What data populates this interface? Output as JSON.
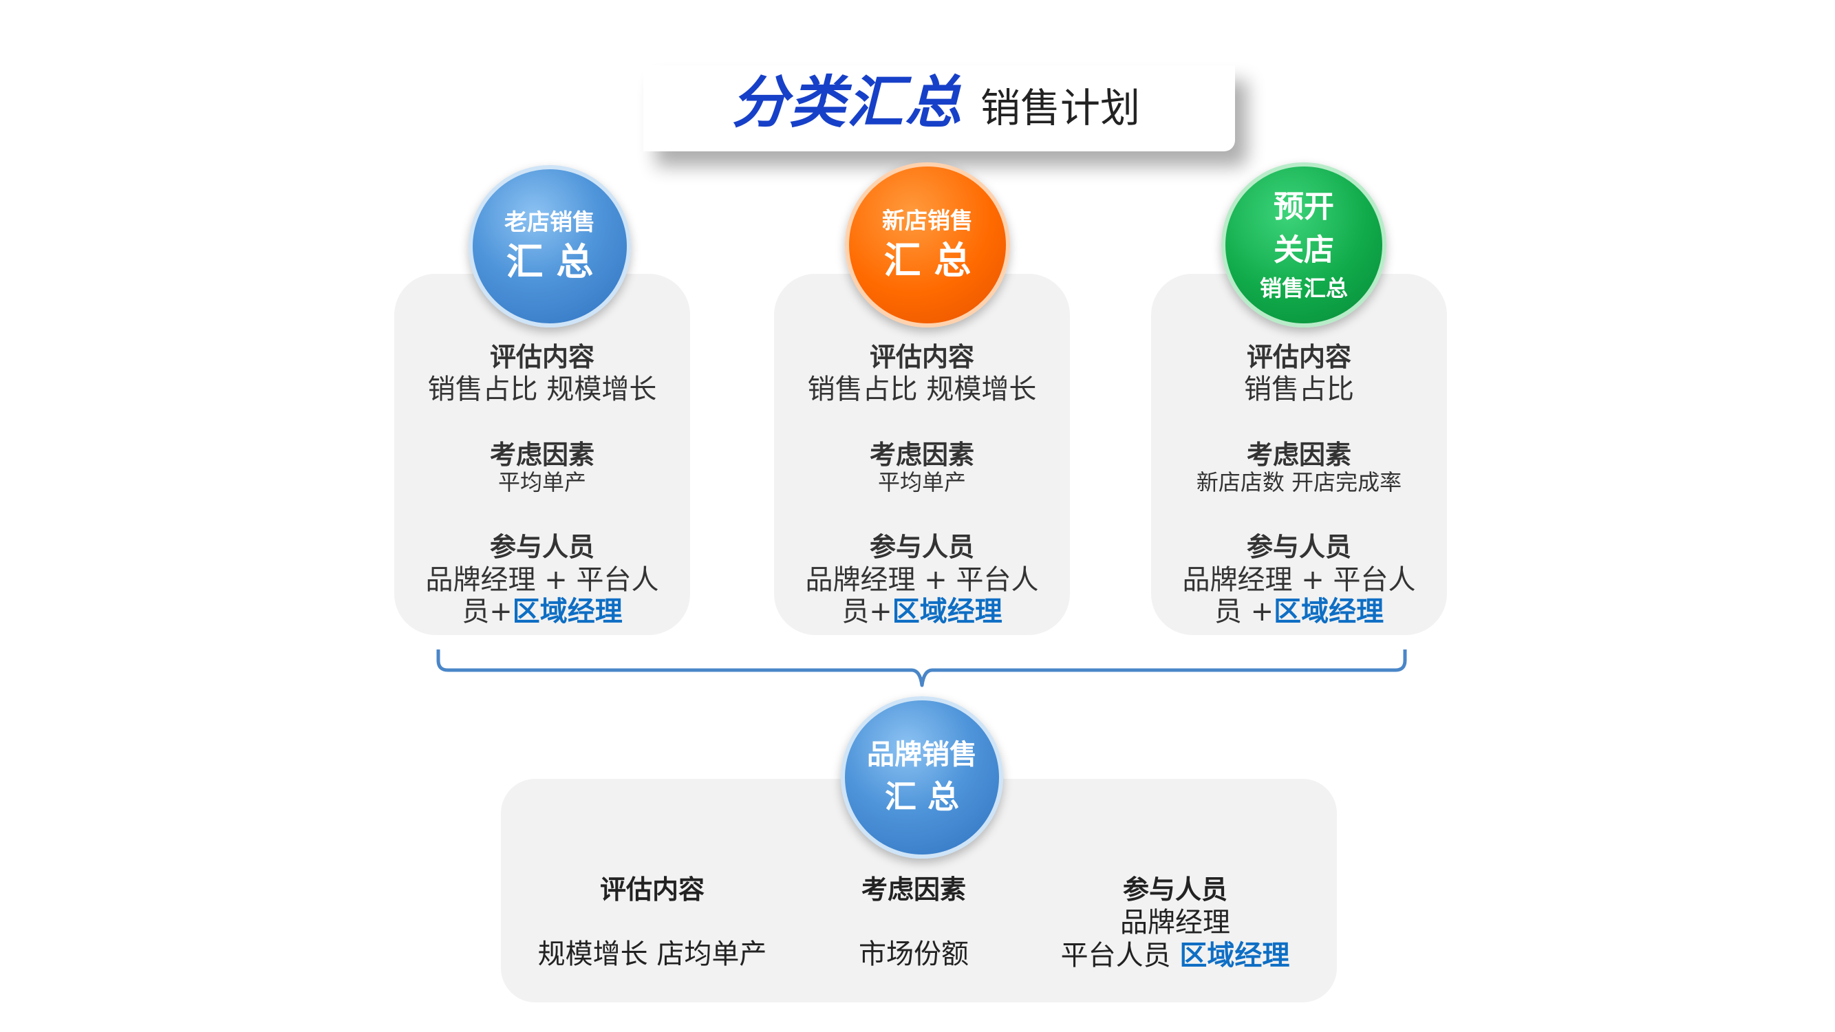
{
  "title": {
    "main": "分类汇总",
    "sub": "销售计划"
  },
  "cards": [
    {
      "circle_line1": "老店销售",
      "circle_line2": "汇 总",
      "eval_heading": "评估内容",
      "eval_text": "销售占比  规模增长",
      "factor_heading": "考虑因素",
      "factor_text": "平均单产",
      "people_heading": "参与人员",
      "people_line1": "品牌经理 + 平台人",
      "people_line2_prefix": "员+",
      "people_line2_highlight": "区域经理"
    },
    {
      "circle_line1": "新店销售",
      "circle_line2": "汇 总",
      "eval_heading": "评估内容",
      "eval_text": "销售占比  规模增长",
      "factor_heading": "考虑因素",
      "factor_text": "平均单产",
      "people_heading": "参与人员",
      "people_line1": "品牌经理 + 平台人",
      "people_line2_prefix": "员+",
      "people_line2_highlight": "区域经理"
    },
    {
      "circle_line1": "预开",
      "circle_line2": "关店",
      "circle_line3": "销售汇总",
      "eval_heading": "评估内容",
      "eval_text": "销售占比",
      "factor_heading": "考虑因素",
      "factor_text": "新店店数  开店完成率",
      "people_heading": "参与人员",
      "people_line1": "品牌经理 + 平台人",
      "people_line2_prefix": "员 +",
      "people_line2_highlight": "区域经理"
    }
  ],
  "summary": {
    "circle_line1": "品牌销售",
    "circle_line2": "汇 总",
    "eval_heading": "评估内容",
    "eval_text": "规模增长  店均单产",
    "factor_heading": "考虑因素",
    "factor_text": "市场份额",
    "people_heading": "参与人员",
    "people_line1": "品牌经理",
    "people_line2_prefix": "平台人员 ",
    "people_line2_highlight": "区域经理"
  },
  "colors": {
    "title_blue": "#1740c8",
    "highlight_blue": "#0e6ec4",
    "circle_blue": "#4f95da",
    "circle_orange": "#ff6a00",
    "circle_green": "#10aa4a",
    "connector": "#4a86c8",
    "card_bg": "#f2f2f2"
  }
}
